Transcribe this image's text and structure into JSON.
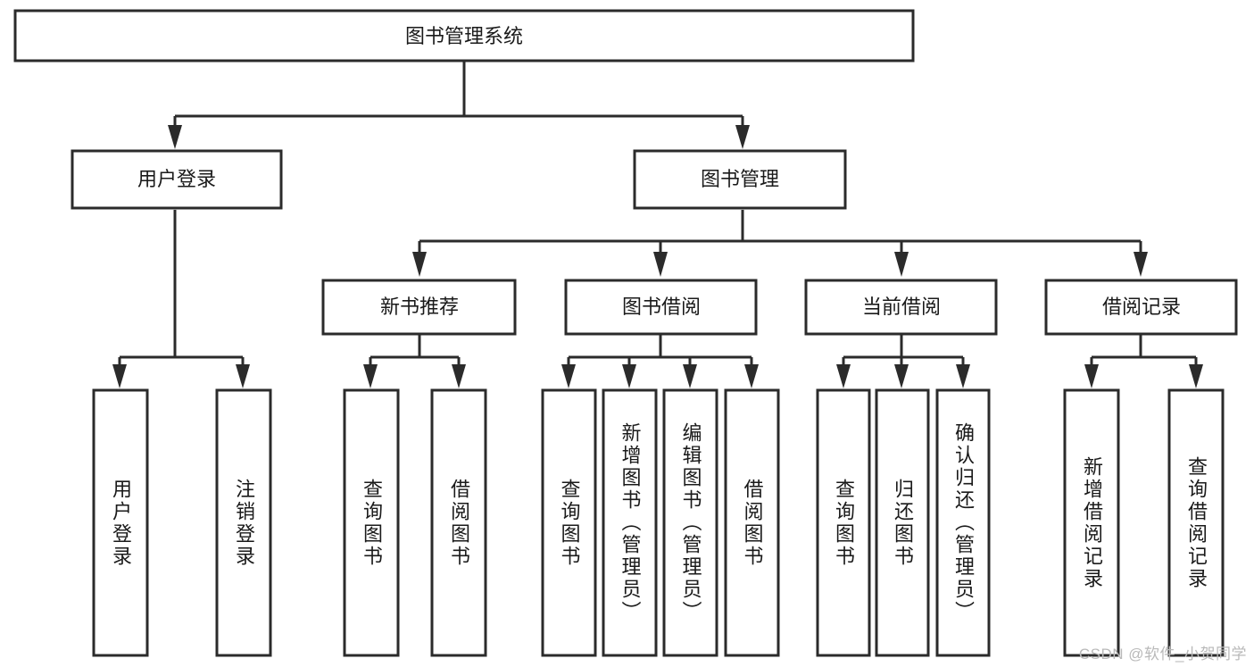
{
  "diagram": {
    "title": "图书管理系统",
    "type": "hierarchy-tree",
    "watermark": "CSDN @软件_小贺同学",
    "colors": {
      "stroke": "#2b2b2b",
      "box_fill": "#ffffff",
      "text": "#1a1a1a",
      "background": "#ffffff",
      "watermark": "#b9b9b9"
    },
    "levels": {
      "root": {
        "label": "图书管理系统"
      },
      "level2": [
        {
          "label": "用户登录"
        },
        {
          "label": "图书管理"
        }
      ],
      "level3": [
        {
          "label": "新书推荐"
        },
        {
          "label": "图书借阅"
        },
        {
          "label": "当前借阅"
        },
        {
          "label": "借阅记录"
        }
      ],
      "leaves": {
        "user_login": [
          {
            "label": "用户登录"
          },
          {
            "label": "注销登录"
          }
        ],
        "new_book_recommend": [
          {
            "label": "查询图书"
          },
          {
            "label": "借阅图书"
          }
        ],
        "book_borrow": [
          {
            "label": "查询图书"
          },
          {
            "label": "新增图书（管理员）"
          },
          {
            "label": "编辑图书（管理员）"
          },
          {
            "label": "借阅图书"
          }
        ],
        "current_borrow": [
          {
            "label": "查询图书"
          },
          {
            "label": "归还图书"
          },
          {
            "label": "确认归还（管理员）"
          }
        ],
        "borrow_record": [
          {
            "label": "新增借阅记录"
          },
          {
            "label": "查询借阅记录"
          }
        ]
      }
    }
  }
}
